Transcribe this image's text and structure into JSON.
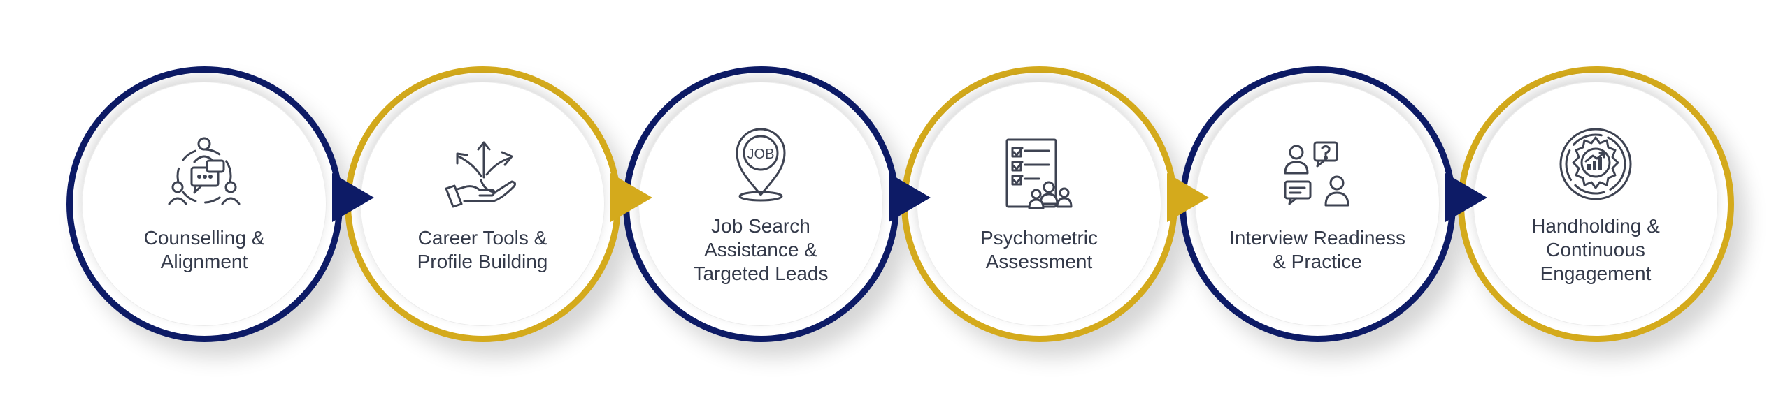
{
  "colors": {
    "navy": "#0d1b66",
    "gold": "#d4aa1c",
    "text": "#343a4a",
    "icon": "#3e4352"
  },
  "steps": [
    {
      "lines": [
        "Counselling &",
        "Alignment"
      ],
      "ring": "navy",
      "icon": "people-discussion-icon"
    },
    {
      "lines": [
        "Career Tools &",
        "Profile Building"
      ],
      "ring": "gold",
      "icon": "hand-arrows-icon"
    },
    {
      "lines": [
        "Job Search",
        "Assistance &",
        "Targeted Leads"
      ],
      "ring": "navy",
      "icon": "job-location-pin-icon"
    },
    {
      "lines": [
        "Psychometric",
        "Assessment"
      ],
      "ring": "gold",
      "icon": "checklist-group-icon"
    },
    {
      "lines": [
        "Interview Readiness",
        "& Practice"
      ],
      "ring": "navy",
      "icon": "interview-chat-icon"
    },
    {
      "lines": [
        "Handholding &",
        "Continuous",
        "Engagement"
      ],
      "ring": "gold",
      "icon": "gear-growth-icon"
    }
  ],
  "job_pin_text": "JOB"
}
